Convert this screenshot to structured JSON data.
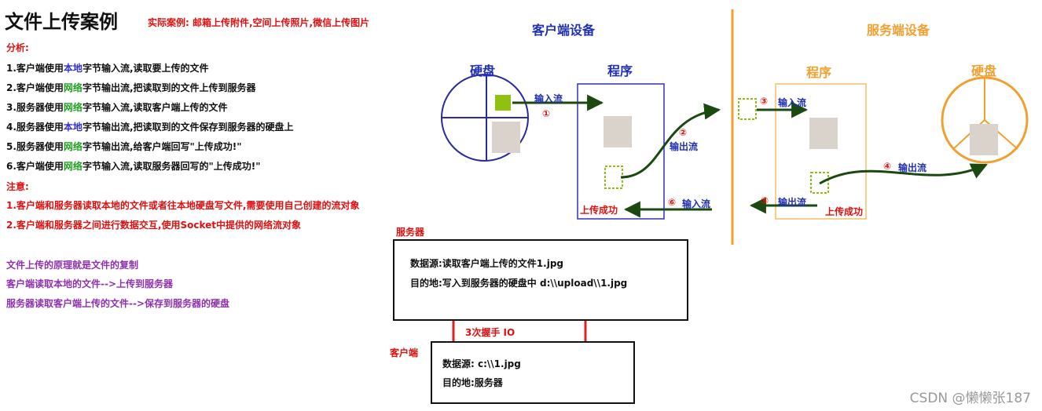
{
  "title": "文件上传案例",
  "subtitle": "实际案例: 邮箱上传附件,空间上传照片,微信上传图片",
  "analysis": {
    "heading": "分析:",
    "steps": [
      {
        "pre": "1.客户端使用",
        "hl": "本地",
        "hl_color": "blue",
        "post": "字节输入流,读取要上传的文件"
      },
      {
        "pre": "2.客户端使用",
        "hl": "网络",
        "hl_color": "green",
        "post": "字节输出流,把读取到的文件上传到服务器"
      },
      {
        "pre": "3.服务器使用",
        "hl": "网络",
        "hl_color": "green",
        "post": "字节输入流,读取客户端上传的文件"
      },
      {
        "pre": "4.服务器使用",
        "hl": "本地",
        "hl_color": "blue",
        "post": "字节输出流,把读取到的文件保存到服务器的硬盘上"
      },
      {
        "pre": "5.服务器使用",
        "hl": "网络",
        "hl_color": "green",
        "post": "字节输出流,给客户端回写\"上传成功!\""
      },
      {
        "pre": "6.客户端使用",
        "hl": "网络",
        "hl_color": "green",
        "post": "字节输入流,读取服务器回写的\"上传成功!\""
      }
    ]
  },
  "notes": {
    "heading": "注意:",
    "items": [
      "1.客户端和服务器读取本地的文件或者往本地硬盘写文件,需要使用自己创建的流对象",
      "2.客户端和服务器之间进行数据交互,使用Socket中提供的网络流对象"
    ]
  },
  "principle": [
    "文件上传的原理就是文件的复制",
    "客户端读取本地的文件-->上传到服务器",
    "服务器读取客户端上传的文件-->保存到服务器的硬盘"
  ],
  "diagram": {
    "client_device": "客户端设备",
    "server_device": "服务端设备",
    "disk": "硬盘",
    "program": "程序",
    "arrows": {
      "a1_label": "输入流",
      "a1_num": "①",
      "a2_num": "②",
      "a2_label": "输出流",
      "a3_num": "③",
      "a3_label": "输入流",
      "a4_num": "④",
      "a4_label": "输出流",
      "a5_num": "⑤",
      "a5_label": "输出流",
      "a6_num": "⑥",
      "a6_label": "输入流"
    },
    "upload_success_client": "上传成功",
    "upload_success_server": "上传成功"
  },
  "server_box": {
    "label": "服务器",
    "line1": "数据源:读取客户端上传的文件1.jpg",
    "line2": "目的地:写入到服务器的硬盘中  d:\\\\upload\\\\1.jpg"
  },
  "handshake": "3次握手 IO",
  "client_box": {
    "label": "客户端",
    "line1": "数据源: c:\\\\1.jpg",
    "line2": "目的地:服务器"
  },
  "watermark": "CSDN @懒懒张187",
  "colors": {
    "red": "#e01010",
    "blue": "#3030d0",
    "green": "#20a020",
    "purple": "#9030b0",
    "orange": "#f0a030",
    "dark_green": "#1a4a10"
  }
}
